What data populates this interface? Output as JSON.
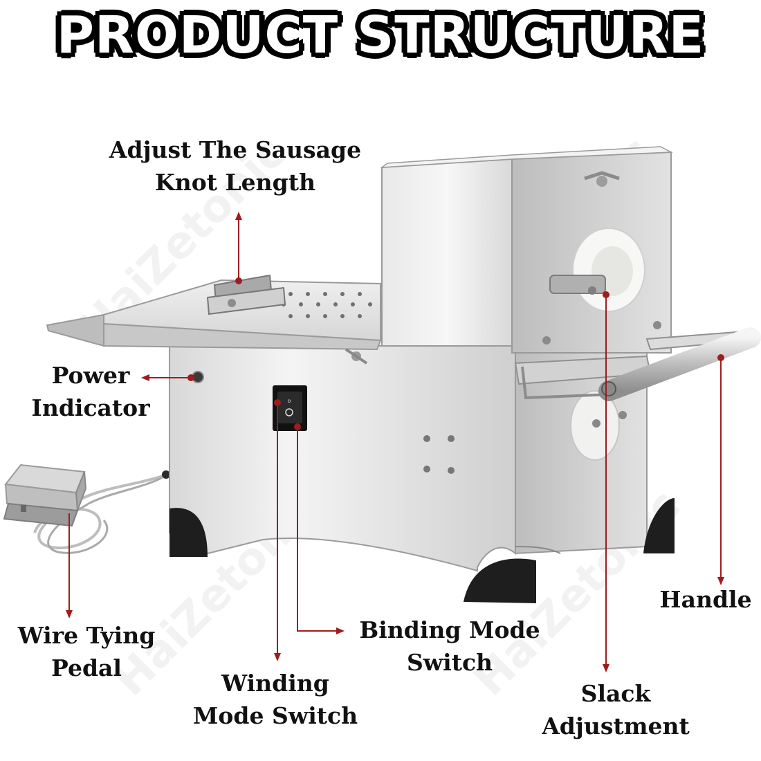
{
  "title": "PRODUCT STRUCTURE",
  "watermark": "HaiZetonic",
  "labels": {
    "knot_length_line1": "Adjust The Sausage",
    "knot_length_line2": "Knot Length",
    "power_line1": "Power",
    "power_line2": "Indicator",
    "pedal_line1": "Wire Tying",
    "pedal_line2": "Pedal",
    "winding_line1": "Winding",
    "winding_line2": "Mode Switch",
    "binding_line1": "Binding Mode",
    "binding_line2": "Switch",
    "handle": "Handle",
    "slack_line1": "Slack",
    "slack_line2": "Adjustment"
  },
  "colors": {
    "leader": "#a01c1c",
    "steel_light": "#eeeeee",
    "steel_mid": "#d2d2d2",
    "steel_dark": "#a6a6a6",
    "foot": "#1e1e1e"
  }
}
